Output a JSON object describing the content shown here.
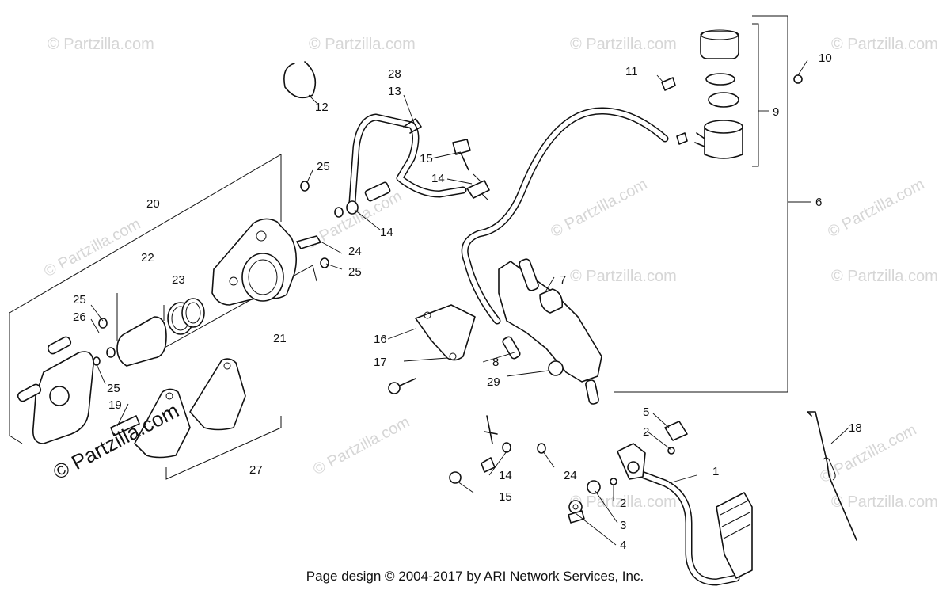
{
  "watermark": {
    "text": "© Partzilla.com"
  },
  "brand_mark": "© Partzilla.com",
  "footer": "Page design © 2004-2017 by ARI Network Services, Inc.",
  "callouts": {
    "c1": "1",
    "c2a": "2",
    "c2b": "2",
    "c3": "3",
    "c4": "4",
    "c5": "5",
    "c6": "6",
    "c7": "7",
    "c8": "8",
    "c9": "9",
    "c10": "10",
    "c11": "11",
    "c12": "12",
    "c13": "13",
    "c14a": "14",
    "c14b": "14",
    "c14c": "14",
    "c15a": "15",
    "c15b": "15",
    "c16": "16",
    "c17": "17",
    "c18": "18",
    "c19": "19",
    "c20": "20",
    "c21": "21",
    "c22": "22",
    "c23": "23",
    "c24a": "24",
    "c24b": "24",
    "c25a": "25",
    "c25b": "25",
    "c25c": "25",
    "c25d": "25",
    "c26": "26",
    "c27": "27",
    "c28": "28",
    "c29": "29"
  }
}
